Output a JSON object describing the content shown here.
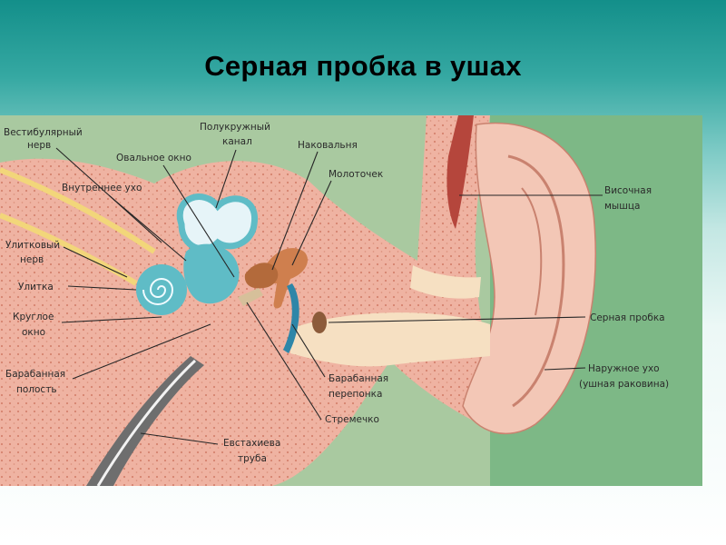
{
  "title": "Серная пробка в ушах",
  "labels": {
    "vestibular_nerve_1": "Вестибулярный",
    "vestibular_nerve_2": "нерв",
    "semicircular_canal_1": "Полукружный",
    "semicircular_canal_2": "канал",
    "oval_window": "Овальное окно",
    "anvil": "Наковальня",
    "inner_ear": "Внутреннее ухо",
    "hammer": "Молоточек",
    "temporal_muscle_1": "Височная",
    "temporal_muscle_2": "мышца",
    "cochlear_nerve_1": "Улитковый",
    "cochlear_nerve_2": "нерв",
    "cochlea": "Улитка",
    "round_window_1": "Круглое",
    "round_window_2": "окно",
    "earwax_plug": "Серная пробка",
    "tympanic_cavity_1": "Барабанная",
    "tympanic_cavity_2": "полость",
    "outer_ear_1": "Наружное ухо",
    "outer_ear_2": "(ушная раковина)",
    "eardrum_1": "Барабанная",
    "eardrum_2": "перепонка",
    "stirrup": "Стремечко",
    "eustachian_tube_1": "Евстахиева",
    "eustachian_tube_2": "труба"
  },
  "colors": {
    "background_top": "#138f8a",
    "diagram_bg": "#a9c9a0",
    "tissue": "#efb3a2",
    "canal": "#f6e0c2",
    "labyrinth": "#5fbcc6",
    "ossicles": "#cf7f4e",
    "muscle": "#b5463c",
    "nerve": "#f2d67a"
  }
}
